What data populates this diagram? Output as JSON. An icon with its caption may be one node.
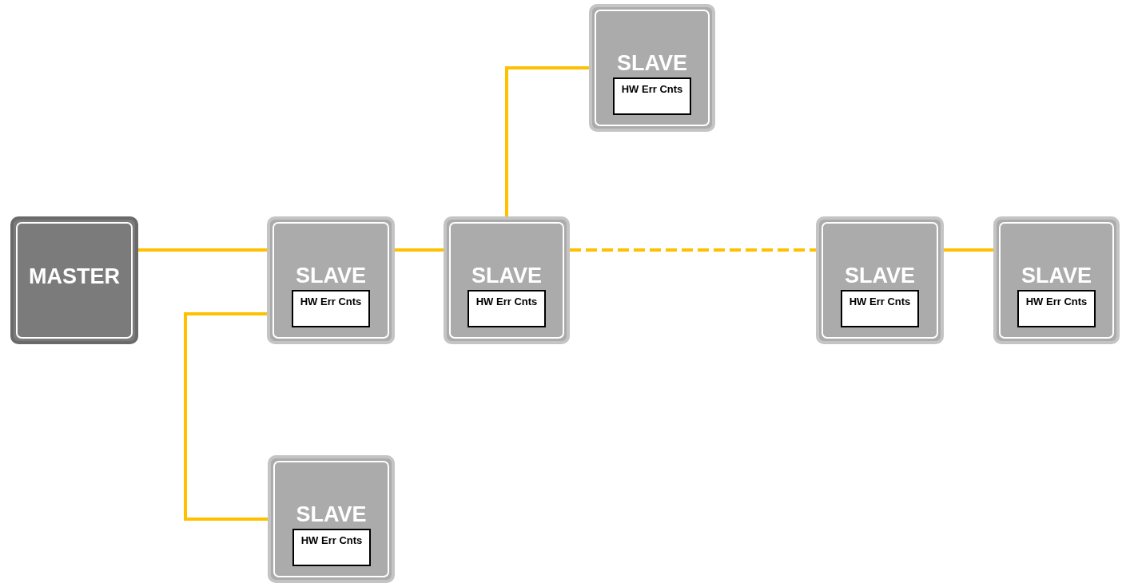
{
  "diagram": {
    "nodes": [
      {
        "text": [
          "SLAVE"
        ]
      },
      {
        "text": [
          "HW Err Cnts"
        ],
        "in": 0
      },
      {
        "text": [
          "MASTER"
        ]
      },
      {
        "text": [
          "SLAVE"
        ]
      },
      {
        "text": [
          "HW Err Cnts"
        ],
        "in": 3
      },
      {
        "text": [
          "SLAVE"
        ]
      },
      {
        "text": [
          "HW Err Cnts"
        ],
        "in": 5
      },
      {
        "text": [
          "SLAVE"
        ]
      },
      {
        "text": [
          "HW Err Cnts"
        ],
        "in": 7
      },
      {
        "text": [
          "SLAVE"
        ]
      },
      {
        "text": [
          "HW Err Cnts"
        ],
        "in": 9
      },
      {
        "text": [
          "SLAVE"
        ]
      },
      {
        "text": [
          "HW Err Cnts"
        ],
        "in": 11
      }
    ],
    "edges": [
      {
        "from": 2,
        "to": 3,
        "arrow": "none"
      },
      {
        "from": 3,
        "to": 5,
        "arrow": "none"
      },
      {
        "from": 5,
        "to": 0,
        "arrow": "none"
      },
      {
        "from": 3,
        "to": 11,
        "arrow": "none"
      },
      {
        "from": 5,
        "to": 7,
        "arrow": "none",
        "style": "dashed"
      },
      {
        "from": 7,
        "to": 9,
        "arrow": "none"
      }
    ]
  }
}
